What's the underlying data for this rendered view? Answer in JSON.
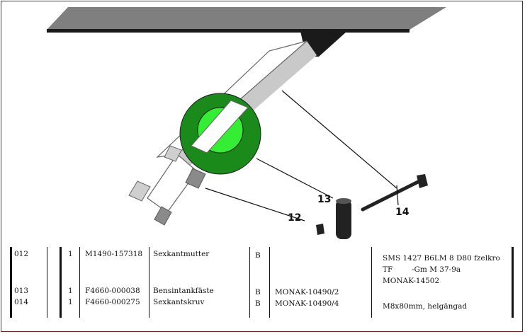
{
  "diagram": {
    "callouts": [
      "12",
      "13",
      "14"
    ]
  },
  "table": {
    "rows": [
      {
        "pos": "012",
        "qty": "1",
        "part_no": "M1490-157318",
        "name": "Sexkantmutter",
        "code": "B",
        "ref": "",
        "spec": [
          "SMS 1427 B6LM 8 D80 fzelkro",
          "TF        -Gm M 37-9a",
          "MONAK-14502"
        ]
      },
      {
        "pos": "013",
        "qty": "1",
        "part_no": "F4660-000038",
        "name": "Bensintankfäste",
        "code": "B",
        "ref": "MONAK-10490/2",
        "spec": []
      },
      {
        "pos": "014",
        "qty": "1",
        "part_no": "F4660-000275",
        "name": "Sexkantskruv",
        "code": "B",
        "ref": "MONAK-10490/4",
        "spec": [
          "M8x80mm, helgängad"
        ]
      }
    ]
  }
}
